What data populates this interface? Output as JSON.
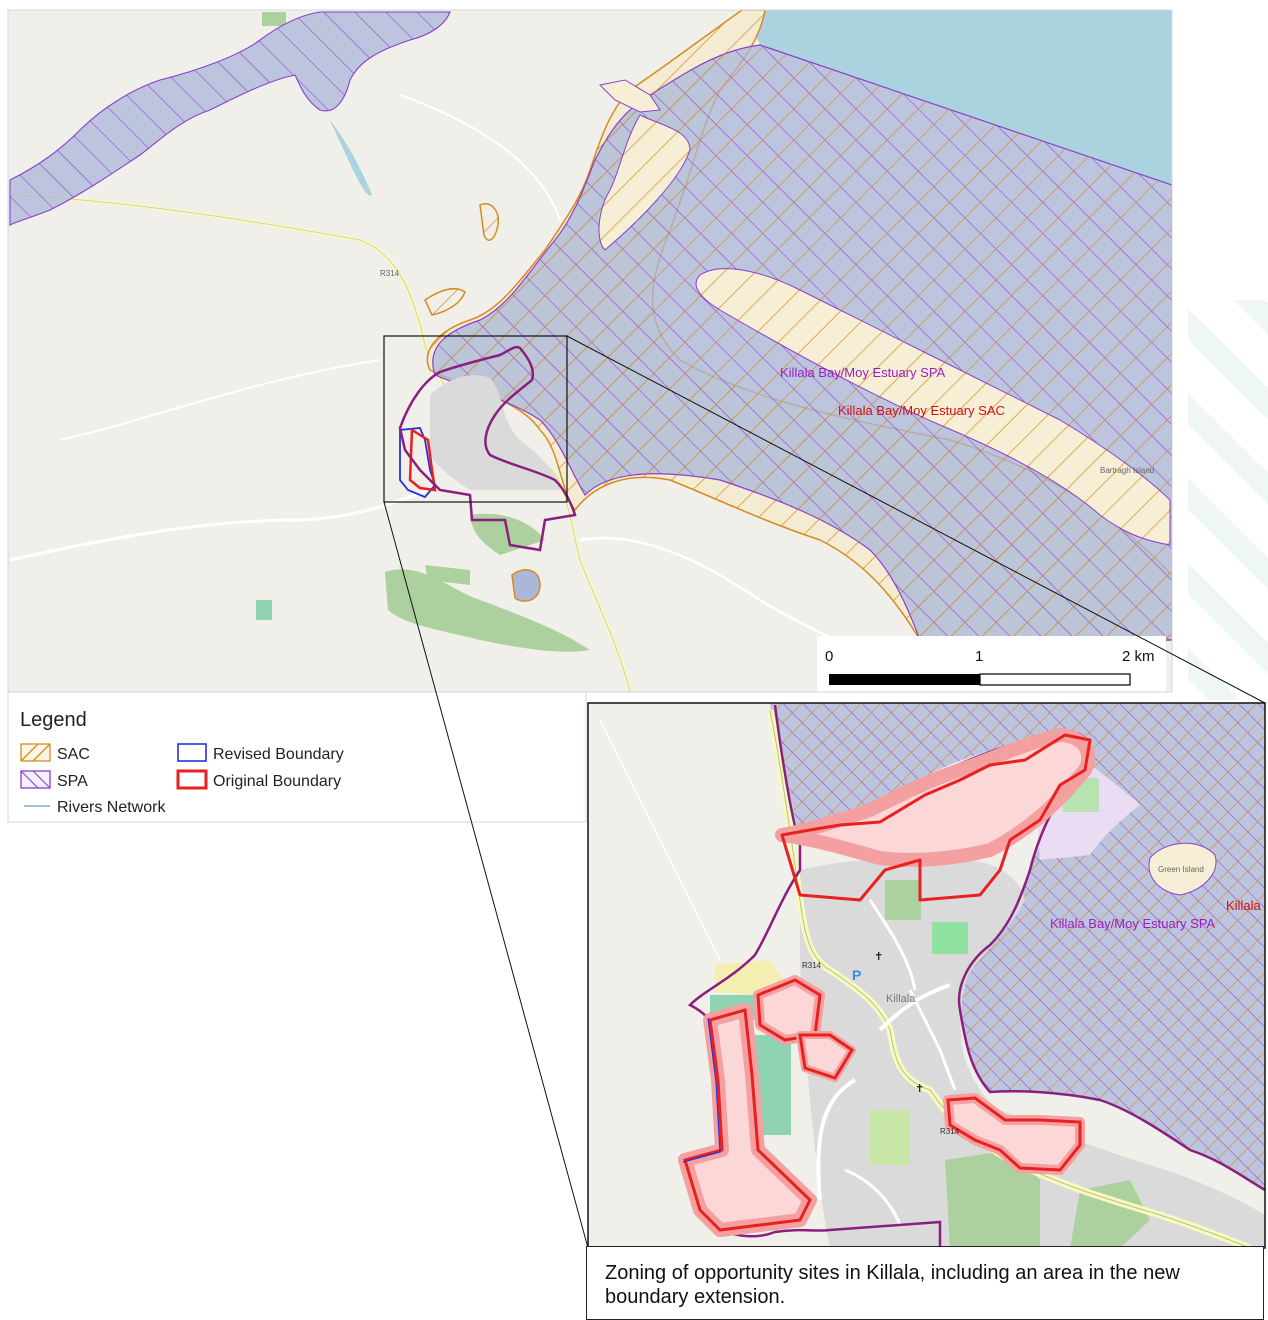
{
  "map": {
    "labels": {
      "spa_main": "Killala Bay/Moy Estuary SPA",
      "sac_main": "Killala Bay/Moy Estuary SAC",
      "spa_inset": "Killala Bay/Moy Estuary SPA",
      "sac_inset_cut": "Killala",
      "town": "Killala",
      "road_main": "R314",
      "road_inset_1": "R314",
      "road_inset_2": "R314",
      "parking": "P",
      "island": "Bartragh Island",
      "inset_island": "Green Island"
    },
    "scale_bar": {
      "tick_0": "0",
      "tick_1": "1",
      "tick_2": "2 km"
    }
  },
  "legend": {
    "title": "Legend",
    "items": [
      {
        "label": "SAC"
      },
      {
        "label": "SPA"
      },
      {
        "label": "Rivers Network"
      },
      {
        "label": "Revised Boundary"
      },
      {
        "label": "Original Boundary"
      }
    ]
  },
  "caption": "Zoning of opportunity sites in Killala, including an area in the new boundary extension.",
  "colors": {
    "land": "#f1efe9",
    "sea": "#aad3df",
    "sac": "#d98a1f",
    "spa": "#8a3fcf",
    "original_boundary": "#e82020",
    "revised_boundary": "#2233dd",
    "woodland": "#add19e",
    "built": "#d9d9d9"
  }
}
